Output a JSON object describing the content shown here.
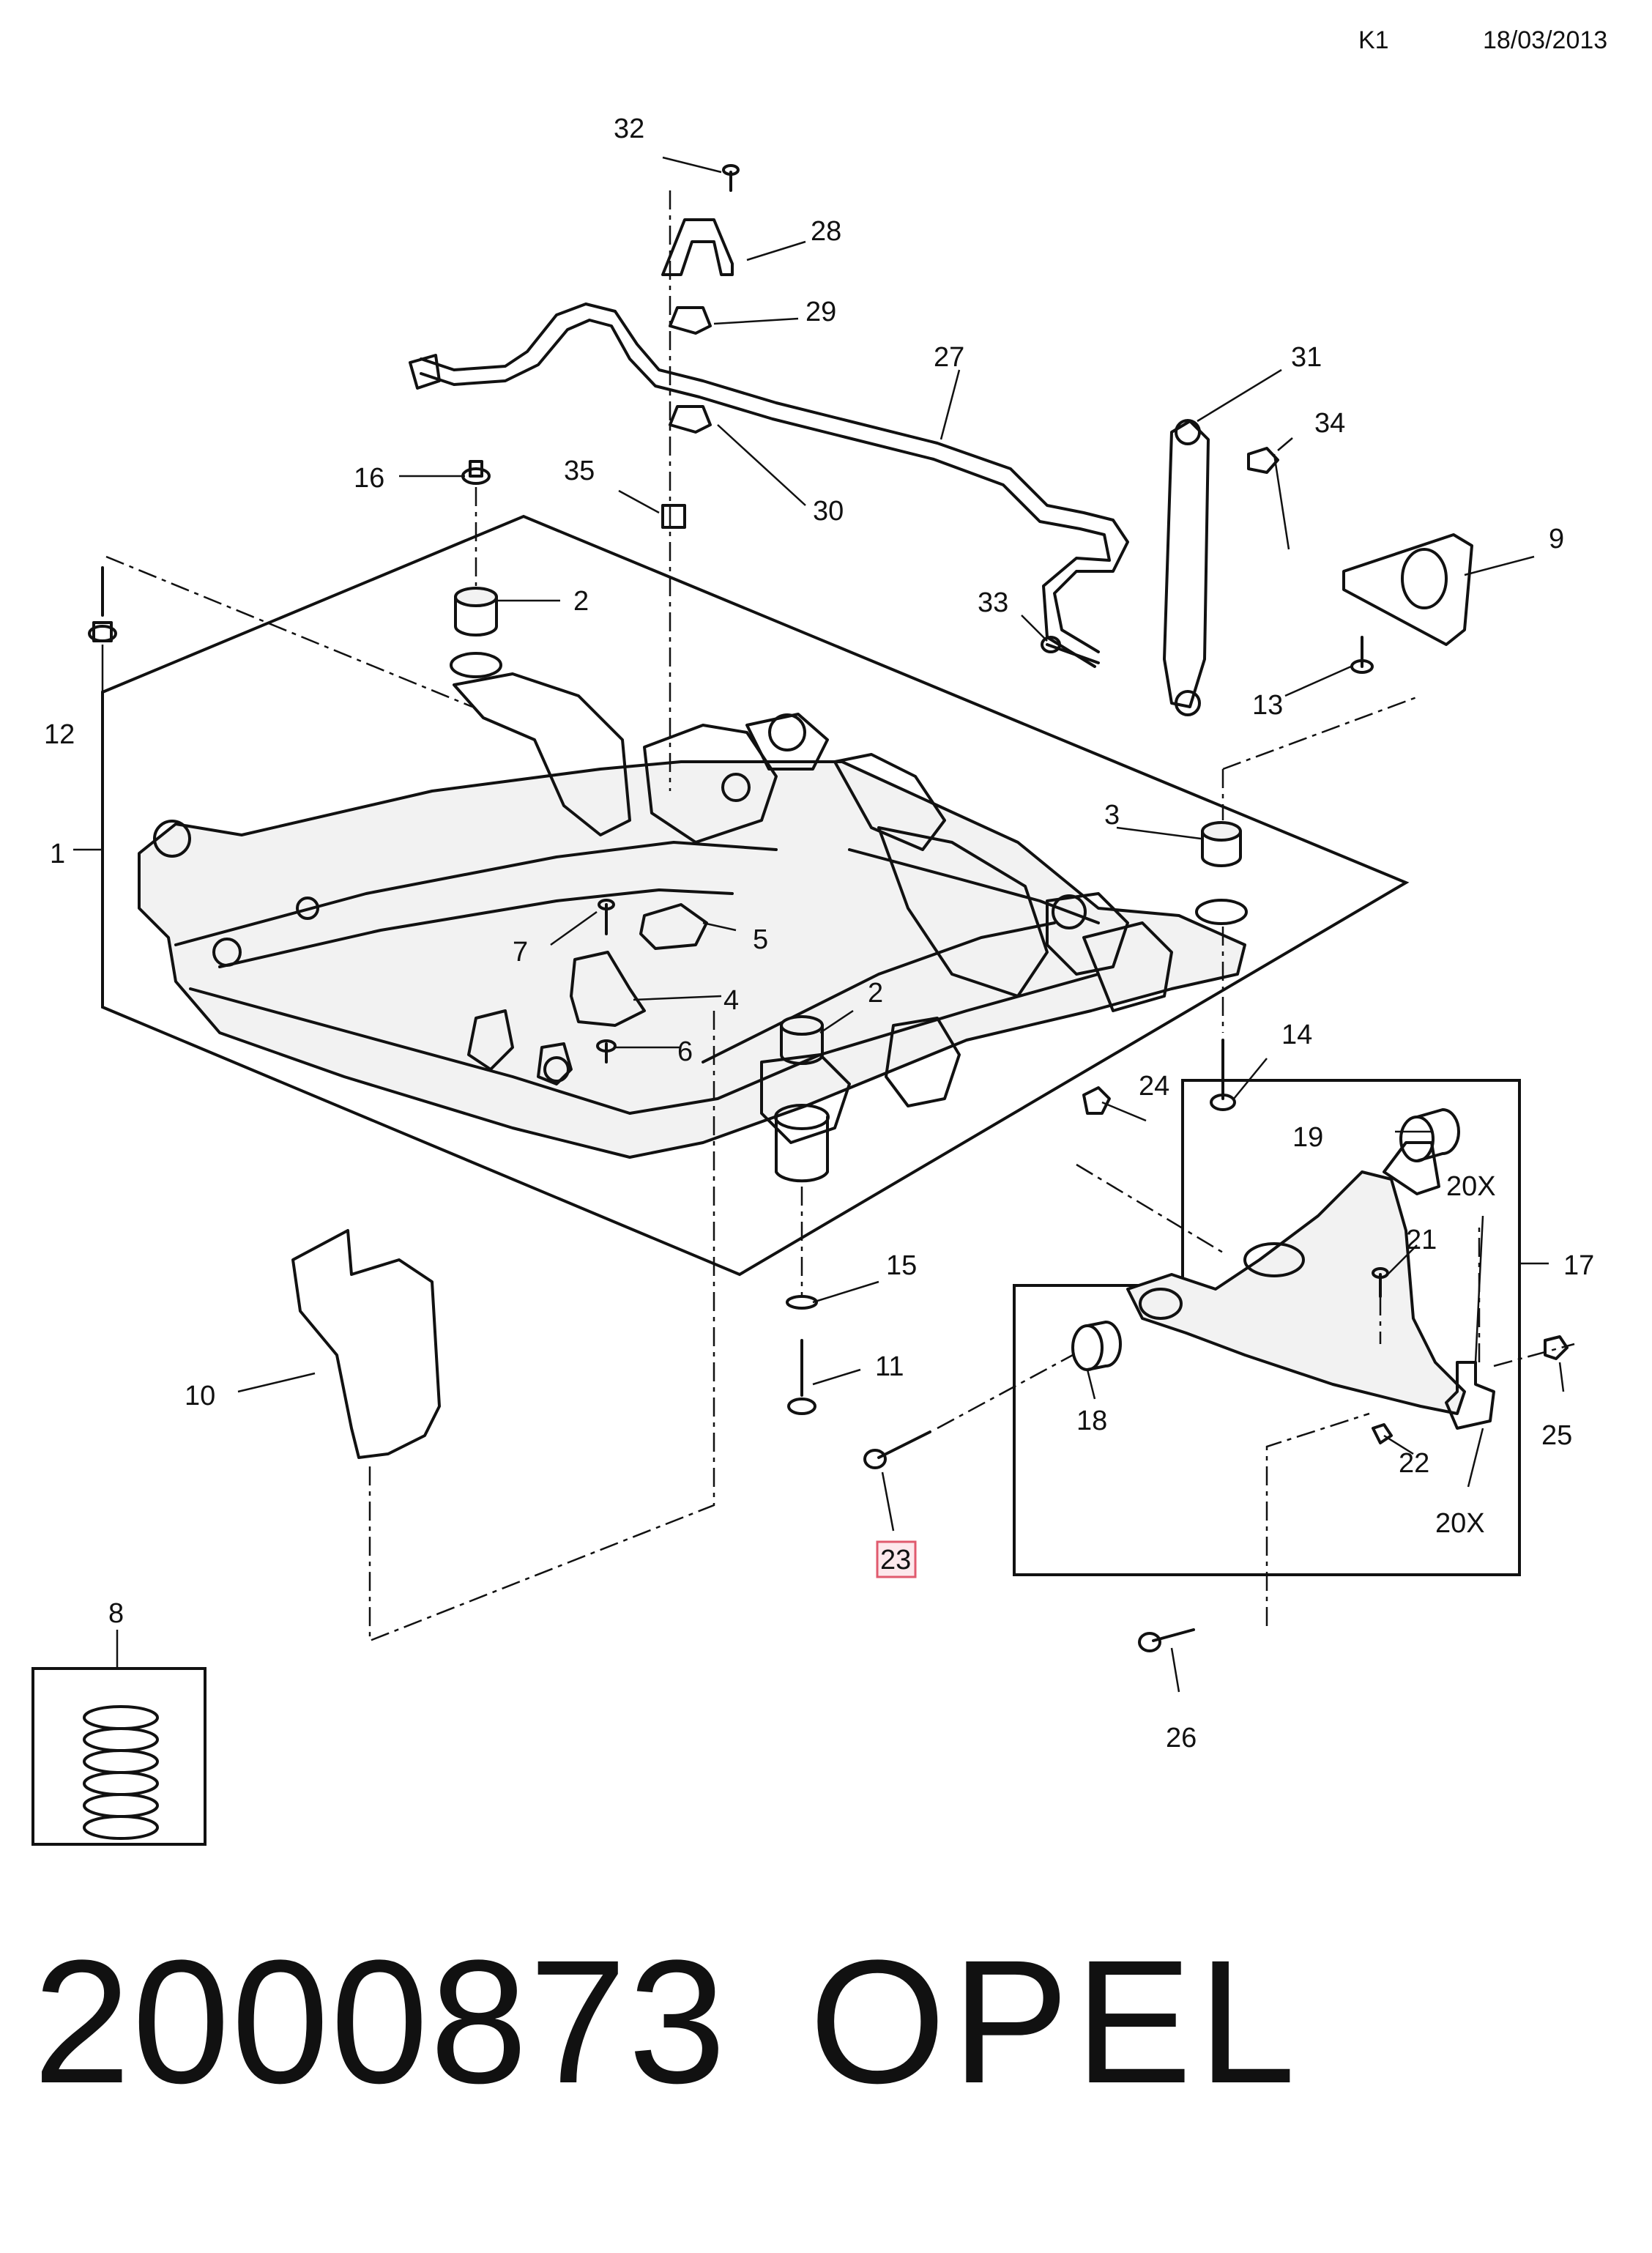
{
  "header": {
    "code": "K1",
    "date": "18/03/2013"
  },
  "footer": {
    "part_number": "2000873",
    "brand": "OPEL"
  },
  "highlight_color": "#e05a6e",
  "callouts": {
    "c1": "1",
    "c2a": "2",
    "c2b": "2",
    "c3": "3",
    "c4": "4",
    "c5": "5",
    "c6": "6",
    "c7": "7",
    "c8": "8",
    "c9": "9",
    "c10": "10",
    "c11": "11",
    "c12": "12",
    "c13": "13",
    "c14": "14",
    "c15": "15",
    "c16": "16",
    "c17": "17",
    "c18": "18",
    "c19": "19",
    "c20xa": "20X",
    "c20xb": "20X",
    "c21": "21",
    "c22": "22",
    "c23": "23",
    "c24": "24",
    "c25": "25",
    "c26": "26",
    "c27": "27",
    "c28": "28",
    "c29": "29",
    "c30": "30",
    "c31": "31",
    "c32": "32",
    "c33": "33",
    "c34": "34",
    "c35": "35"
  }
}
